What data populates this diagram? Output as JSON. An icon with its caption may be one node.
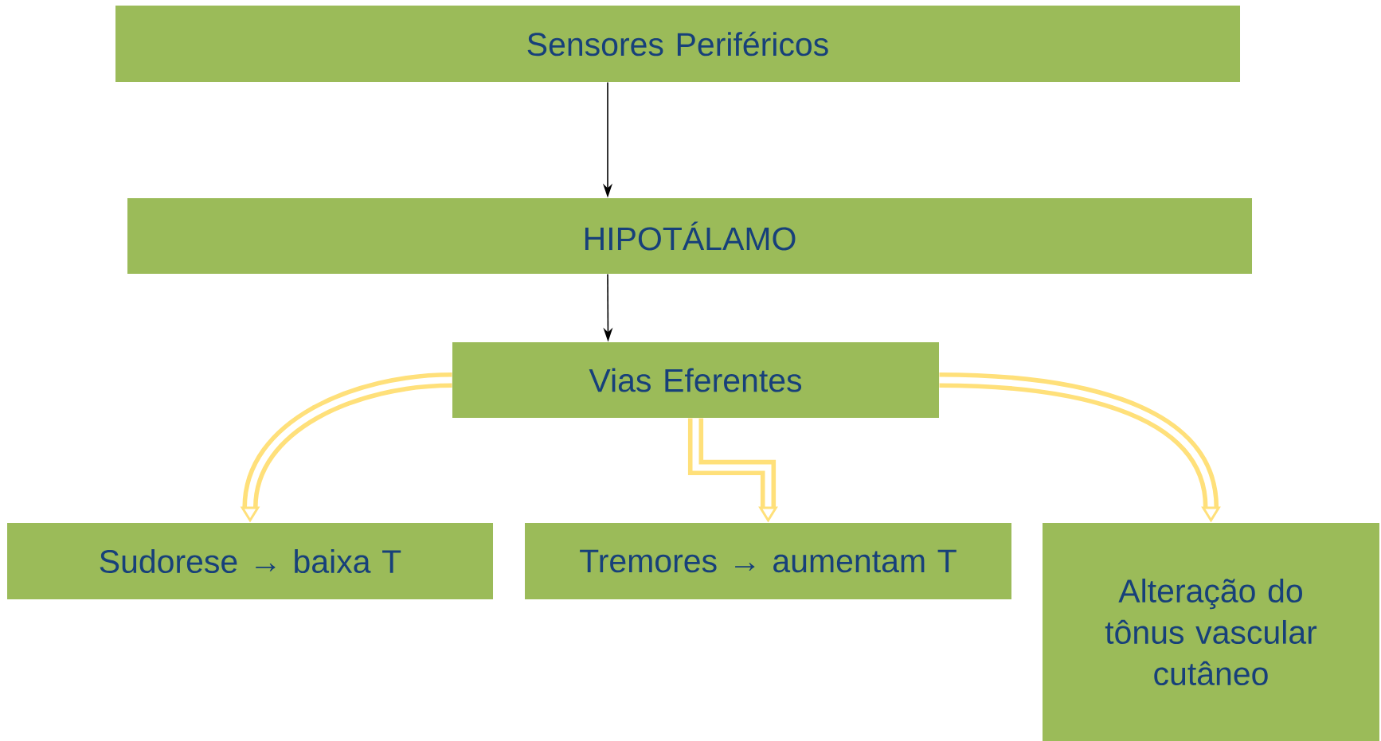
{
  "diagram": {
    "nodes": [
      {
        "text": [
          "Sensores Periféricos"
        ]
      },
      {
        "text": [
          "HIPOTÁLAMO"
        ]
      },
      {
        "text": [
          "Vias Eferentes"
        ]
      },
      {
        "text": [
          "Sudorese → baixa T"
        ]
      },
      {
        "text": [
          "Tremores → aumentam T"
        ]
      },
      {
        "text": [
          "Alteração do tônus vascular cutâneo"
        ]
      }
    ],
    "edges": [
      {
        "from": 0,
        "to": 1,
        "arrow": "to",
        "color": "#000000"
      },
      {
        "from": 1,
        "to": 2,
        "arrow": "to",
        "color": "#000000"
      },
      {
        "from": 2,
        "to": 3,
        "arrow": "to",
        "color": "#ffe07a"
      },
      {
        "from": 2,
        "to": 4,
        "arrow": "to",
        "color": "#ffe07a"
      },
      {
        "from": 2,
        "to": 5,
        "arrow": "to",
        "color": "#ffe07a"
      }
    ]
  }
}
